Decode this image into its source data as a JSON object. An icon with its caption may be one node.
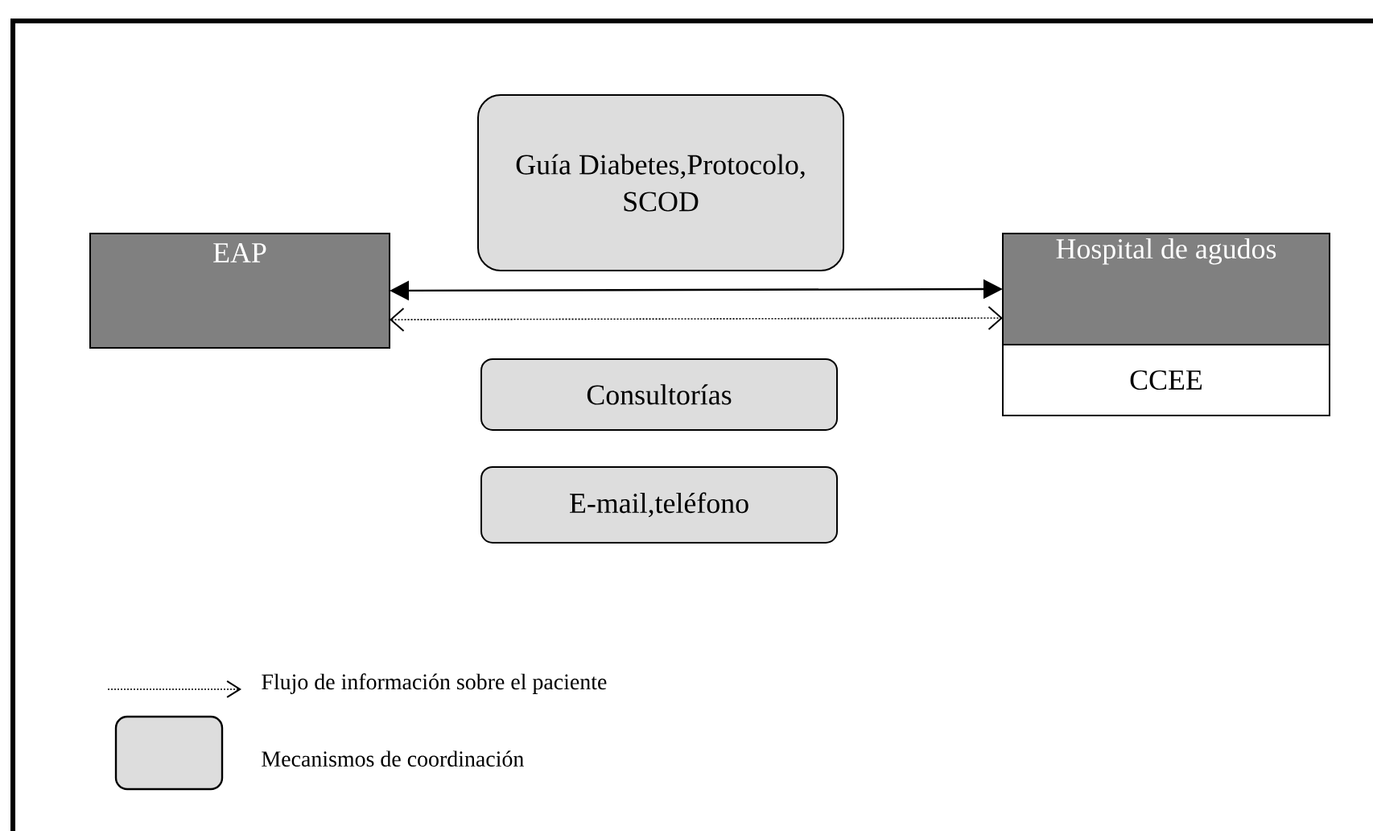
{
  "diagram": {
    "nodes": [
      {
        "text": [
          "Guía Diabetes,Protocolo, SCOD"
        ]
      },
      {
        "text": [
          "EAP"
        ]
      },
      {
        "text": [
          "Hospital de agudos"
        ]
      },
      {
        "text": [
          "CCEE"
        ]
      },
      {
        "text": [
          "Consultorías"
        ]
      },
      {
        "text": [
          "E-mail,teléfono"
        ]
      }
    ],
    "edges": [
      {
        "from": 1,
        "to": 2,
        "arrow": "both"
      },
      {
        "from": 1,
        "to": 2,
        "arrow": "both",
        "style": "dashed"
      }
    ],
    "legend": [
      {
        "text": "Flujo de información sobre el paciente"
      },
      {
        "text": "Mecanismos de coordinación"
      }
    ]
  }
}
